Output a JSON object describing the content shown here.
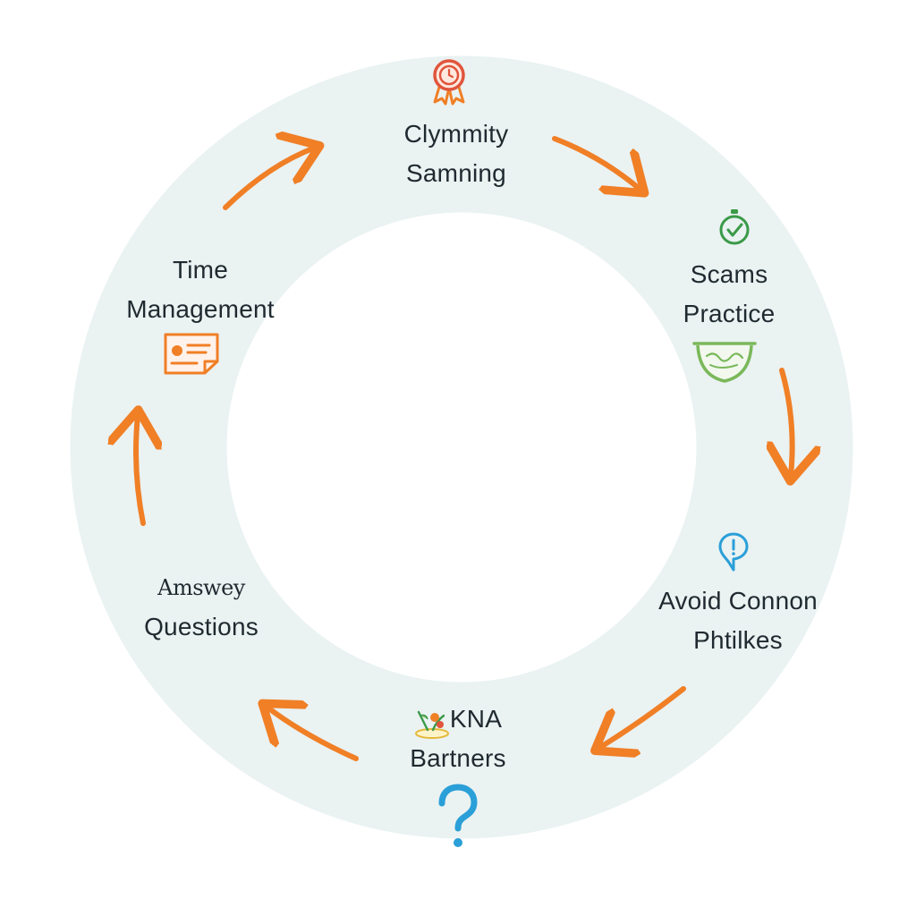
{
  "diagram": {
    "colors": {
      "ring": "#eaf2f2",
      "arrow": "#f07f26",
      "text": "#1f2a30",
      "accent_green": "#3a9a48",
      "accent_blue": "#2a9fd8",
      "accent_red": "#e0553c"
    },
    "steps": [
      {
        "id": "top",
        "lines": [
          "Clymmity",
          "Samning"
        ],
        "icon": "award-ribbon-icon"
      },
      {
        "id": "right-upper",
        "lines": [
          "Scams",
          "Practice"
        ],
        "icon": "stopwatch-check-icon"
      },
      {
        "id": "right-lower",
        "lines": [
          "Avoid Connon",
          "Phtilkes"
        ],
        "icon": "alert-pin-icon"
      },
      {
        "id": "bottom",
        "lines": [
          "KNA",
          "Bartners"
        ],
        "icon": "question-mark-icon"
      },
      {
        "id": "left-lower",
        "lines": [
          "Amswey",
          "Questions"
        ],
        "icon": ""
      },
      {
        "id": "left-upper",
        "lines": [
          "Time",
          "Management"
        ],
        "icon": "id-card-icon"
      }
    ]
  }
}
